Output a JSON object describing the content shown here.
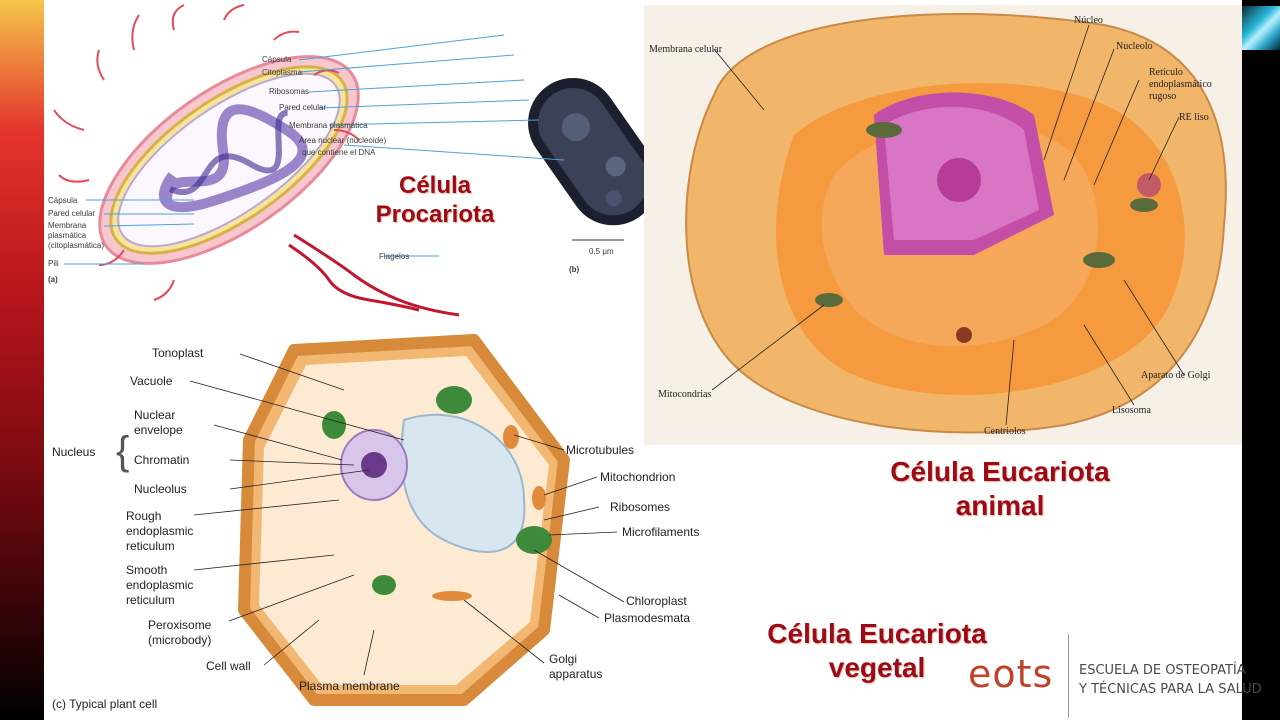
{
  "prokaryote": {
    "title_line1": "Célula",
    "title_line2": "Procariota",
    "labels": [
      "Cápsula",
      "Citoplasma",
      "Ribosomas",
      "Pared celular",
      "Membrana plasmática",
      "Área nuclear (nucleoide)",
      "que contiene el DNA"
    ],
    "left_labels": [
      "Cápsula",
      "Pared celular",
      "Membrana",
      "plasmática",
      "(citoplasmática)",
      "Pili"
    ],
    "flagelos": "Flagelos",
    "panel_a": "(a)",
    "panel_b": "(b)",
    "scale": "0.5 μm"
  },
  "animal": {
    "title_line1": "Célula Eucariota",
    "title_line2": "animal",
    "labels": {
      "membrana": "Membrana celular",
      "nucleo": "Núcleo",
      "nucleolo": "Nucleolo",
      "reticulo1": "Retículo",
      "reticulo2": "endoplasmático",
      "reticulo3": "rugoso",
      "re_liso": "RE liso",
      "golgi": "Aparato de Golgi",
      "lisosoma": "Lisosoma",
      "centriolos": "Centriolos",
      "mitocondrias": "Mitocondrias"
    }
  },
  "plant": {
    "title_line1": "Célula Eucariota",
    "title_line2": "vegetal",
    "caption": "(c) Typical plant cell",
    "left_labels": {
      "tonoplast": "Tonoplast",
      "vacuole": "Vacuole",
      "nucleus": "Nucleus",
      "nuclear1": "Nuclear",
      "nuclear2": "envelope",
      "chromatin": "Chromatin",
      "nucleolus": "Nucleolus",
      "rough1": "Rough",
      "rough2": "endoplasmic",
      "rough3": "reticulum",
      "smooth1": "Smooth",
      "smooth2": "endoplasmic",
      "smooth3": "reticulum",
      "perox1": "Peroxisome",
      "perox2": "(microbody)",
      "cellwall": "Cell wall"
    },
    "right_labels": {
      "microtubules": "Microtubules",
      "mitochondrion": "Mitochondrion",
      "ribosomes": "Ribosomes",
      "microfilaments": "Microfilaments",
      "chloroplast": "Chloroplast",
      "plasmodesmata": "Plasmodesmata",
      "golgi1": "Golgi",
      "golgi2": "apparatus",
      "plasma": "Plasma membrane"
    }
  },
  "branding": {
    "logo": "eots",
    "school_line1": "ESCUELA DE OSTEOPATÍA",
    "school_line2": "Y TÉCNICAS PARA LA SALUD"
  },
  "colors": {
    "title": "#9c0a18",
    "logo": "#c0422a"
  }
}
